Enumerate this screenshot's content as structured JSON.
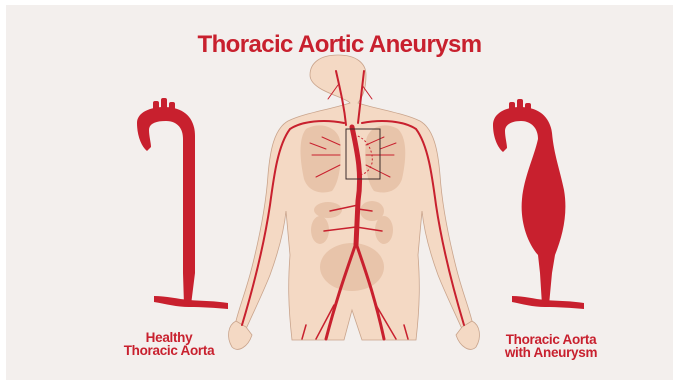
{
  "title": "Thoracic Aortic Aneurysm",
  "labels": {
    "healthy": {
      "line1": "Healthy",
      "line2": "Thoracic Aorta"
    },
    "aneurysm": {
      "line1": "Thoracic Aorta",
      "line2": "with Aneurysm"
    }
  },
  "colors": {
    "background": "#f3efed",
    "accent_red": "#c8202e",
    "skin": "#f4d9c4",
    "organ": "#e8c4aa"
  }
}
